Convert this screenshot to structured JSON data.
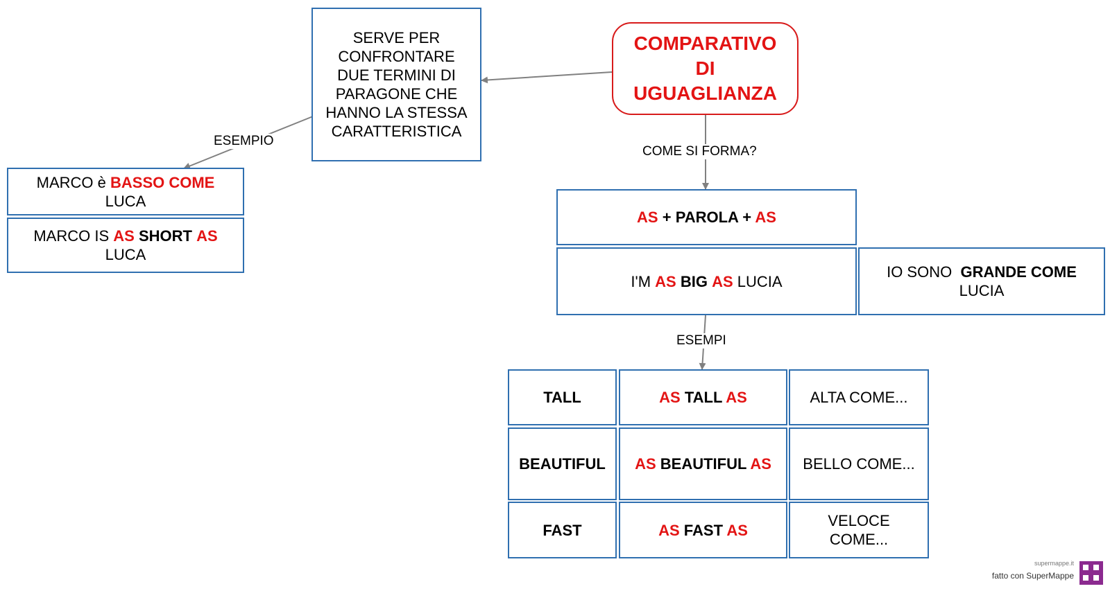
{
  "diagram": {
    "root": "COMPARATIVO DI UGUAGLIANZA",
    "definition": "SERVE PER CONFRONTARE DUE TERMINI DI PARAGONE CHE HANNO LA STESSA CARATTERISTICA",
    "edge_labels": {
      "esempio": "ESEMPIO",
      "come_si_forma": "COME SI FORMA?",
      "esempi": "ESEMPI"
    },
    "example_it": {
      "a": "MARCO è",
      "b": "BASSO COME",
      "c": "LUCA"
    },
    "example_en": {
      "a": "MARCO IS",
      "b": "AS",
      "c": "SHORT",
      "d": "AS",
      "e": "LUCA"
    },
    "formula": {
      "as1": "AS",
      "plus1": "+",
      "parola": "PAROLA",
      "plus2": "+",
      "as2": "AS"
    },
    "sentence_en": {
      "a": "I'M",
      "b": "AS",
      "c": "BIG",
      "d": "AS",
      "e": "LUCIA"
    },
    "sentence_it": {
      "a": "IO SONO",
      "b": "GRANDE COME",
      "c": "LUCIA"
    },
    "examples": [
      {
        "word": "TALL",
        "as1": "AS",
        "mid": "TALL",
        "as2": "AS",
        "translation": "ALTA COME..."
      },
      {
        "word": "BEAUTIFUL",
        "as1": "AS",
        "mid": "BEAUTIFUL",
        "as2": "AS",
        "translation": "BELLO COME..."
      },
      {
        "word": "FAST",
        "as1": "AS",
        "mid": "FAST",
        "as2": "AS",
        "translation": "VELOCE COME..."
      }
    ]
  },
  "watermark": {
    "small": "supermappe.it",
    "main": "fatto con SuperMappe"
  },
  "colors": {
    "accent_red": "#e31414",
    "box_border": "#2f6fb0",
    "arrow": "#808080"
  }
}
